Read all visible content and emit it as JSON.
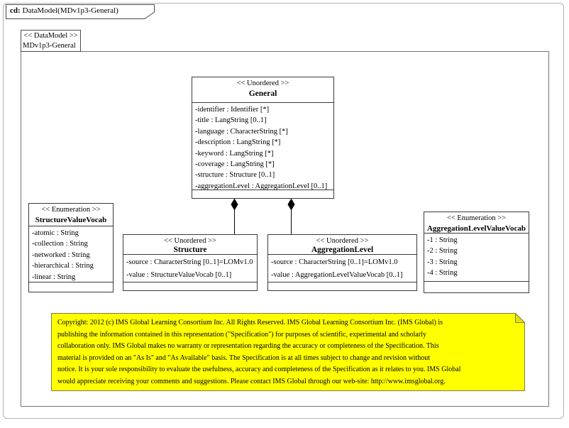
{
  "frame": {
    "tag_bold": "cd:",
    "tag_text": "DataModel(MDv1p3-General)"
  },
  "package": {
    "stereotype": "<< DataModel >>",
    "name": "MDv1p3-General"
  },
  "classes": {
    "general": {
      "stereotype": "<< Unordered >>",
      "name": "General",
      "attributes": [
        "-identifier : Identifier [*]",
        "-title : LangString [0..1]",
        "-language : CharacterString [*]",
        "-description : LangString [*]",
        "-keyword : LangString [*]",
        "-coverage : LangString [*]",
        "-structure : Structure [0..1]",
        "-aggregationLevel : AggregationLevel [0..1]"
      ]
    },
    "structure": {
      "stereotype": "<< Unordered >>",
      "name": "Structure",
      "attributes": [
        "-source : CharacterString [0..1]=LOMv1.0",
        "-value : StructureValueVocab [0..1]"
      ]
    },
    "aggregation_level": {
      "stereotype": "<< Unordered >>",
      "name": "AggregationLevel",
      "attributes": [
        "-source : CharacterString [0..1]=LOMv1.0",
        "-value : AggregationLevelValueVocab [0..1]"
      ]
    },
    "structure_value_vocab": {
      "stereotype": "<< Enumeration >>",
      "name": "StructureValueVocab",
      "attributes": [
        "-atomic : String",
        "-collection : String",
        "-networked : String",
        "-hierarchical : String",
        "-linear : String"
      ]
    },
    "aggregation_level_value_vocab": {
      "stereotype": "<< Enumeration >>",
      "name": "AggregationLevelValueVocab",
      "attributes": [
        "-1 : String",
        "-2 : String",
        "-3 : String",
        "-4 : String"
      ]
    }
  },
  "relationships": [
    {
      "type": "composition",
      "from": "General",
      "to": "Structure"
    },
    {
      "type": "composition",
      "from": "General",
      "to": "AggregationLevel"
    }
  ],
  "note": {
    "lines": [
      "Copyright: 2012 (c) IMS Global Learning Consortium Inc.  All Rights Reserved.  IMS Global Learning Consortium Inc. (IMS Global) is",
      "publishing the information contained in this representation (\"Specification\") for purposes of scientific, experimental and scholarly",
      "collaboration only.  IMS Global makes no warranty or representation regarding the accuracy or completeness of the Specification.  This",
      "material is provided on an \"As Is\" and \"As Available\" basis.  The Specification is at all times subject to change and revision without",
      "notice.  It is your sole responsibility to evaluate the usefulness, accuracy and completeness of the Specification as it relates to you.  IMS Global",
      "would appreciate receiving your comments and suggestions.  Please contact IMS Global through our web-site: http://www.imsglobal.org."
    ]
  },
  "colors": {
    "note_fill": "#ffff00",
    "note_border": "#7d7d45",
    "class_border": "#3a3a3a",
    "package_border": "#757575",
    "frame_border": "#b2b2b2",
    "connector": "#000000"
  }
}
